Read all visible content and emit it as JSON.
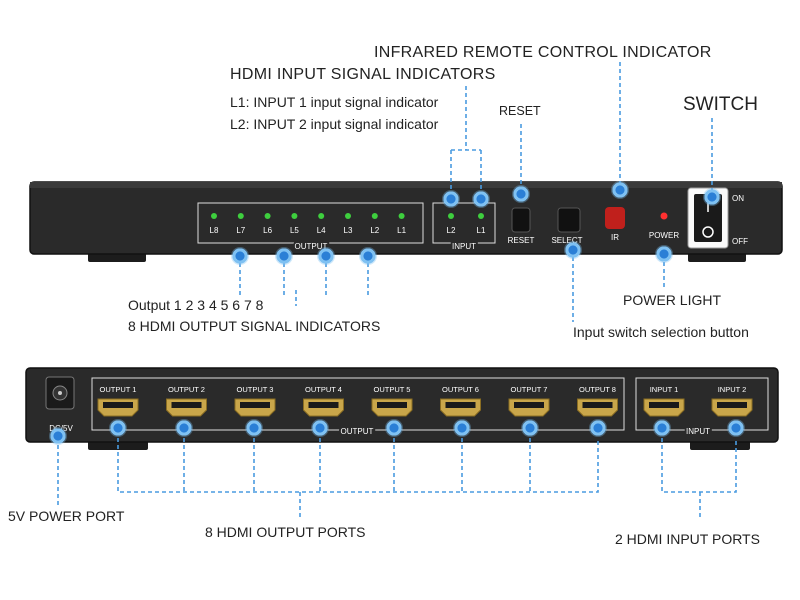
{
  "callouts": {
    "infrared": "INFRARED REMOTE CONTROL INDICATOR",
    "hdmi_input_signal": "HDMI INPUT SIGNAL INDICATORS",
    "l1": "L1: INPUT 1 input signal indicator",
    "l2": "L2: INPUT 2 input signal indicator",
    "reset": "RESET",
    "switch": "SWITCH",
    "power_light": "POWER LIGHT",
    "input_switch": "Input switch selection button",
    "output_numbers": "Output 1 2 3 4 5 6 7 8",
    "output_indicators": "8 HDMI OUTPUT SIGNAL INDICATORS",
    "power_port": "5V POWER PORT",
    "output_ports": "8 HDMI OUTPUT PORTS",
    "input_ports": "2 HDMI INPUT PORTS"
  },
  "front_panel": {
    "output_leds": [
      "L8",
      "L7",
      "L6",
      "L5",
      "L4",
      "L3",
      "L2",
      "L1"
    ],
    "output_group": "OUTPUT",
    "input_leds": [
      "L2",
      "L1"
    ],
    "input_group": "INPUT",
    "reset_label": "RESET",
    "select_label": "SELECT",
    "ir_label": "IR",
    "power_label": "POWER",
    "switch_on": "ON",
    "switch_off": "OFF"
  },
  "rear_panel": {
    "dc_label": "DC/5V",
    "output_ports": [
      "OUTPUT 1",
      "OUTPUT 2",
      "OUTPUT 3",
      "OUTPUT 4",
      "OUTPUT 5",
      "OUTPUT 6",
      "OUTPUT 7",
      "OUTPUT 8"
    ],
    "output_group": "OUTPUT",
    "input_ports": [
      "INPUT 1",
      "INPUT 2"
    ],
    "input_group": "INPUT"
  },
  "colors": {
    "callout_line": "#4a9be0",
    "callout_dot": "#2b7fd6",
    "led_green": "#3ecf3e",
    "ir_red": "#c0201c",
    "port_gold": "#c9a64a"
  }
}
